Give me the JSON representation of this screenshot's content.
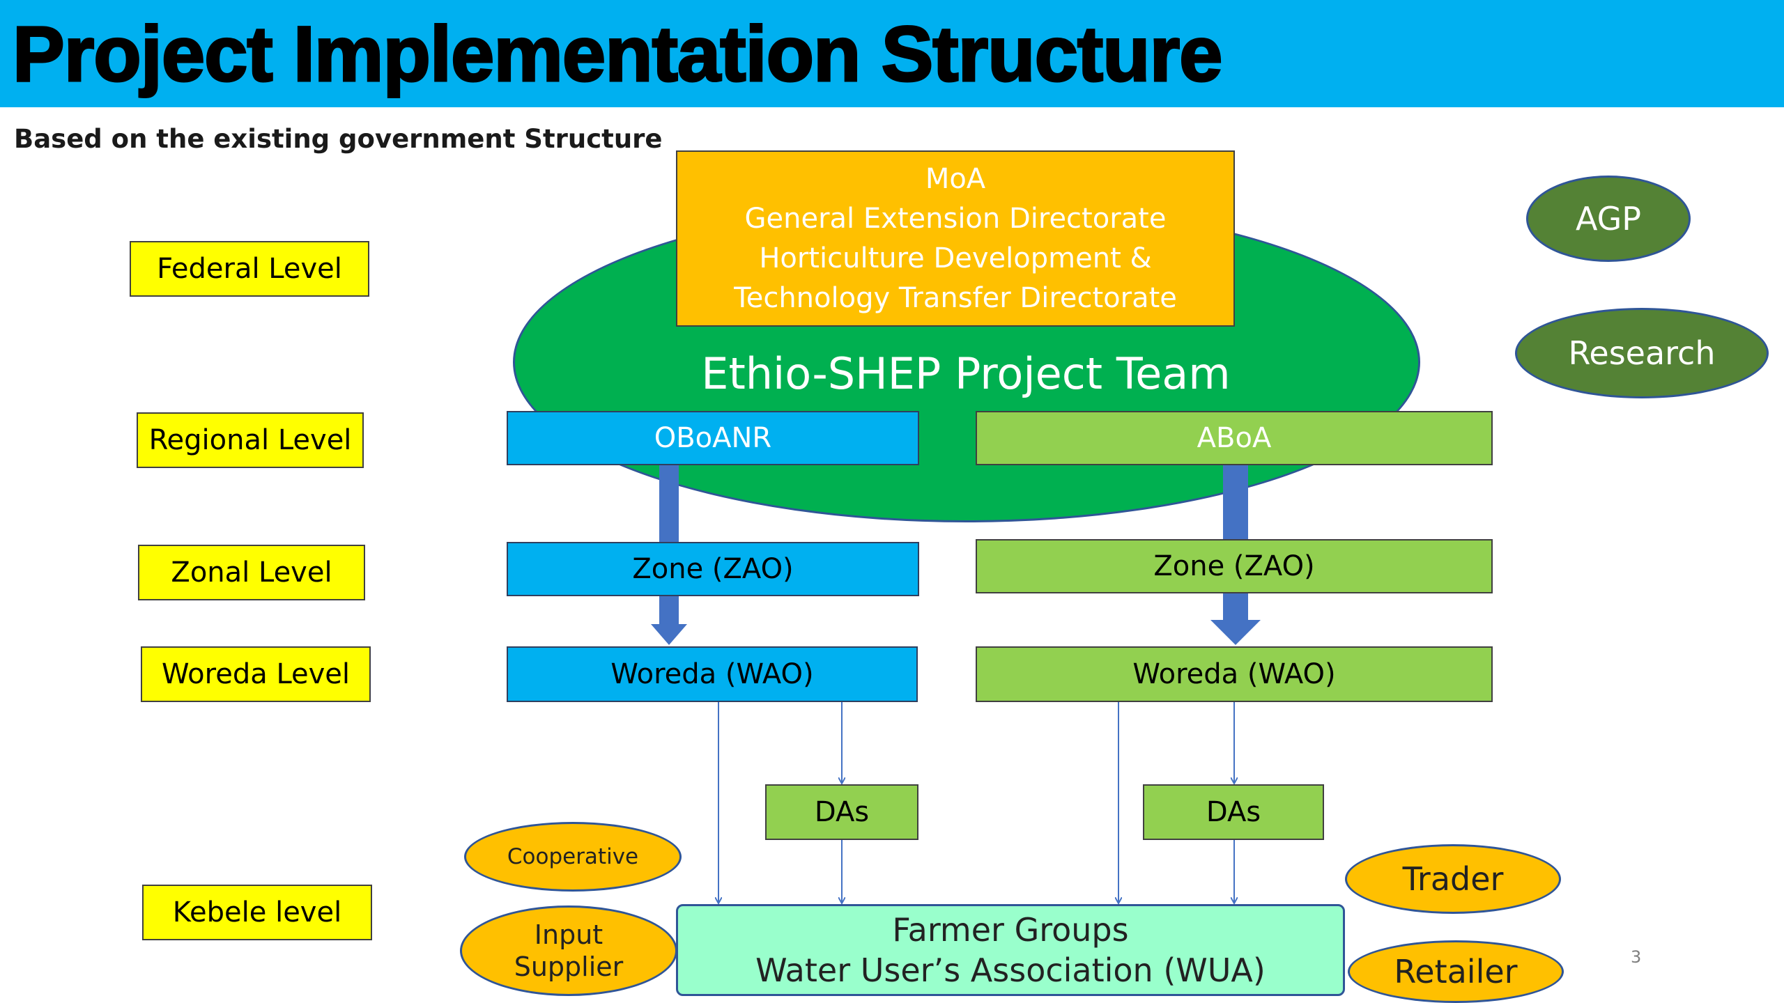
{
  "header": {
    "title": "Project Implementation Structure"
  },
  "subtitle": "Based on the existing government Structure",
  "levels": [
    "Federal Level",
    "Regional Level",
    "Zonal Level",
    "Woreda Level",
    "Kebele level"
  ],
  "moa": {
    "lines": [
      "MoA",
      "General Extension Directorate",
      "Horticulture Development &",
      "Technology Transfer Directorate"
    ]
  },
  "project_team": "Ethio-SHEP Project Team",
  "left_column": {
    "region": "OBoANR",
    "zone": "Zone  (ZAO)",
    "woreda": "Woreda  (WAO)",
    "das": "DAs"
  },
  "right_column": {
    "region": "ABoA",
    "zone": "Zone  (ZAO)",
    "woreda": "Woreda  (WAO)",
    "das": "DAs"
  },
  "partners": {
    "agp": "AGP",
    "research": "Research",
    "cooperative": "Cooperative",
    "input_supplier": [
      "Input",
      "Supplier"
    ],
    "trader": "Trader",
    "retailer": "Retailer"
  },
  "farmer_groups": [
    "Farmer Groups",
    "Water User’s Association (WUA)"
  ],
  "page_number": "3",
  "colors": {
    "banner": "#00b0f0",
    "level_label": "#ffff00",
    "moa": "#ffc000",
    "project_team": "#00b050",
    "left_column": "#00b0f0",
    "right_column": "#92d050",
    "partner_dark": "#548235",
    "partner_light": "#ffc000",
    "farmer_groups": "#99ffcc",
    "arrows": "#4472c4"
  }
}
